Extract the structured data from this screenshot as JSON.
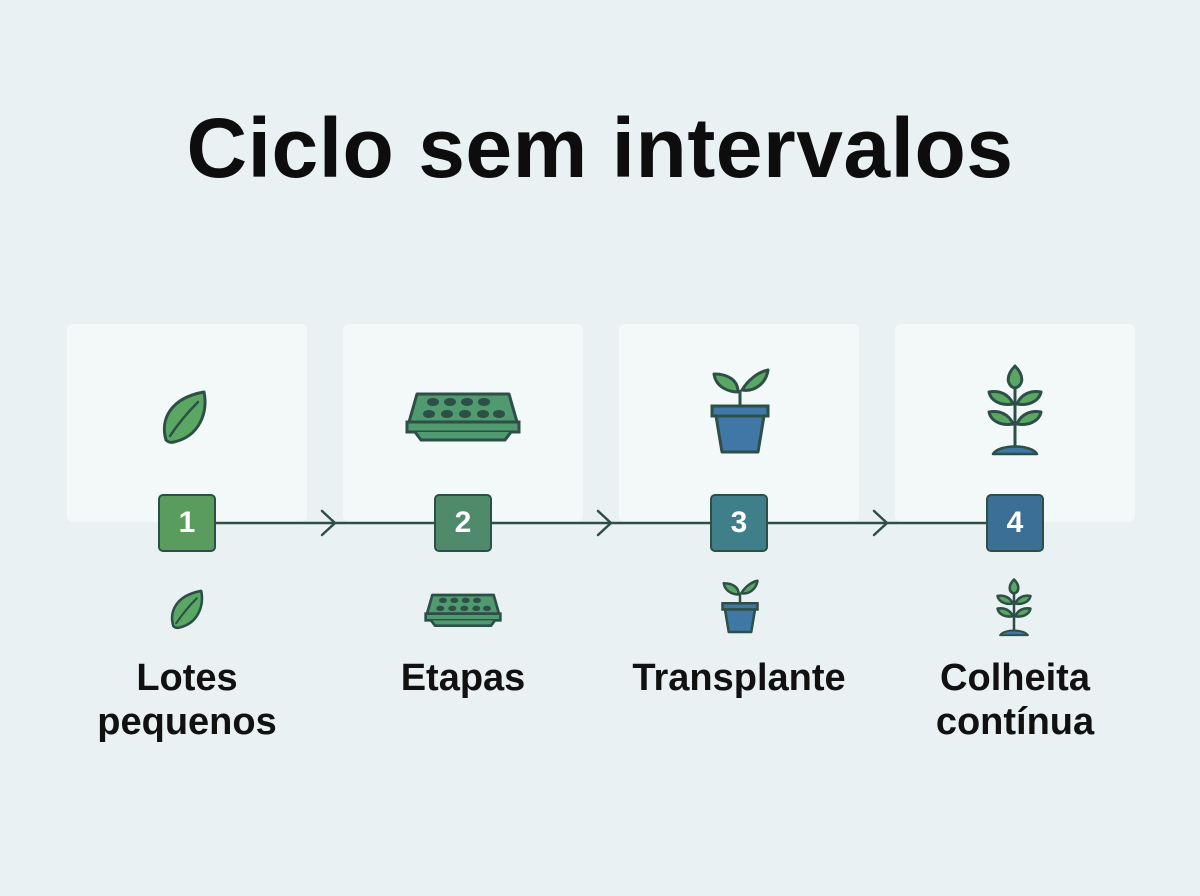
{
  "title": "Ciclo sem intervalos",
  "colors": {
    "background": "#e9f1f3",
    "card": "#f3f8f8",
    "line": "#2e4f47",
    "step1": "#5a9c5e",
    "step2": "#4f8a6a",
    "step3": "#3f7f8a",
    "step4": "#3b6f95",
    "leaf_green": "#5aa764",
    "pot_blue": "#3f78a6"
  },
  "steps": [
    {
      "number": "1",
      "label": "Lotes pequenos",
      "icon": "seed-icon"
    },
    {
      "number": "2",
      "label": "Etapas",
      "icon": "seed-tray-icon"
    },
    {
      "number": "3",
      "label": "Transplante",
      "icon": "potted-seedling-icon"
    },
    {
      "number": "4",
      "label": "Colheita contínua",
      "icon": "growing-plant-icon"
    }
  ]
}
